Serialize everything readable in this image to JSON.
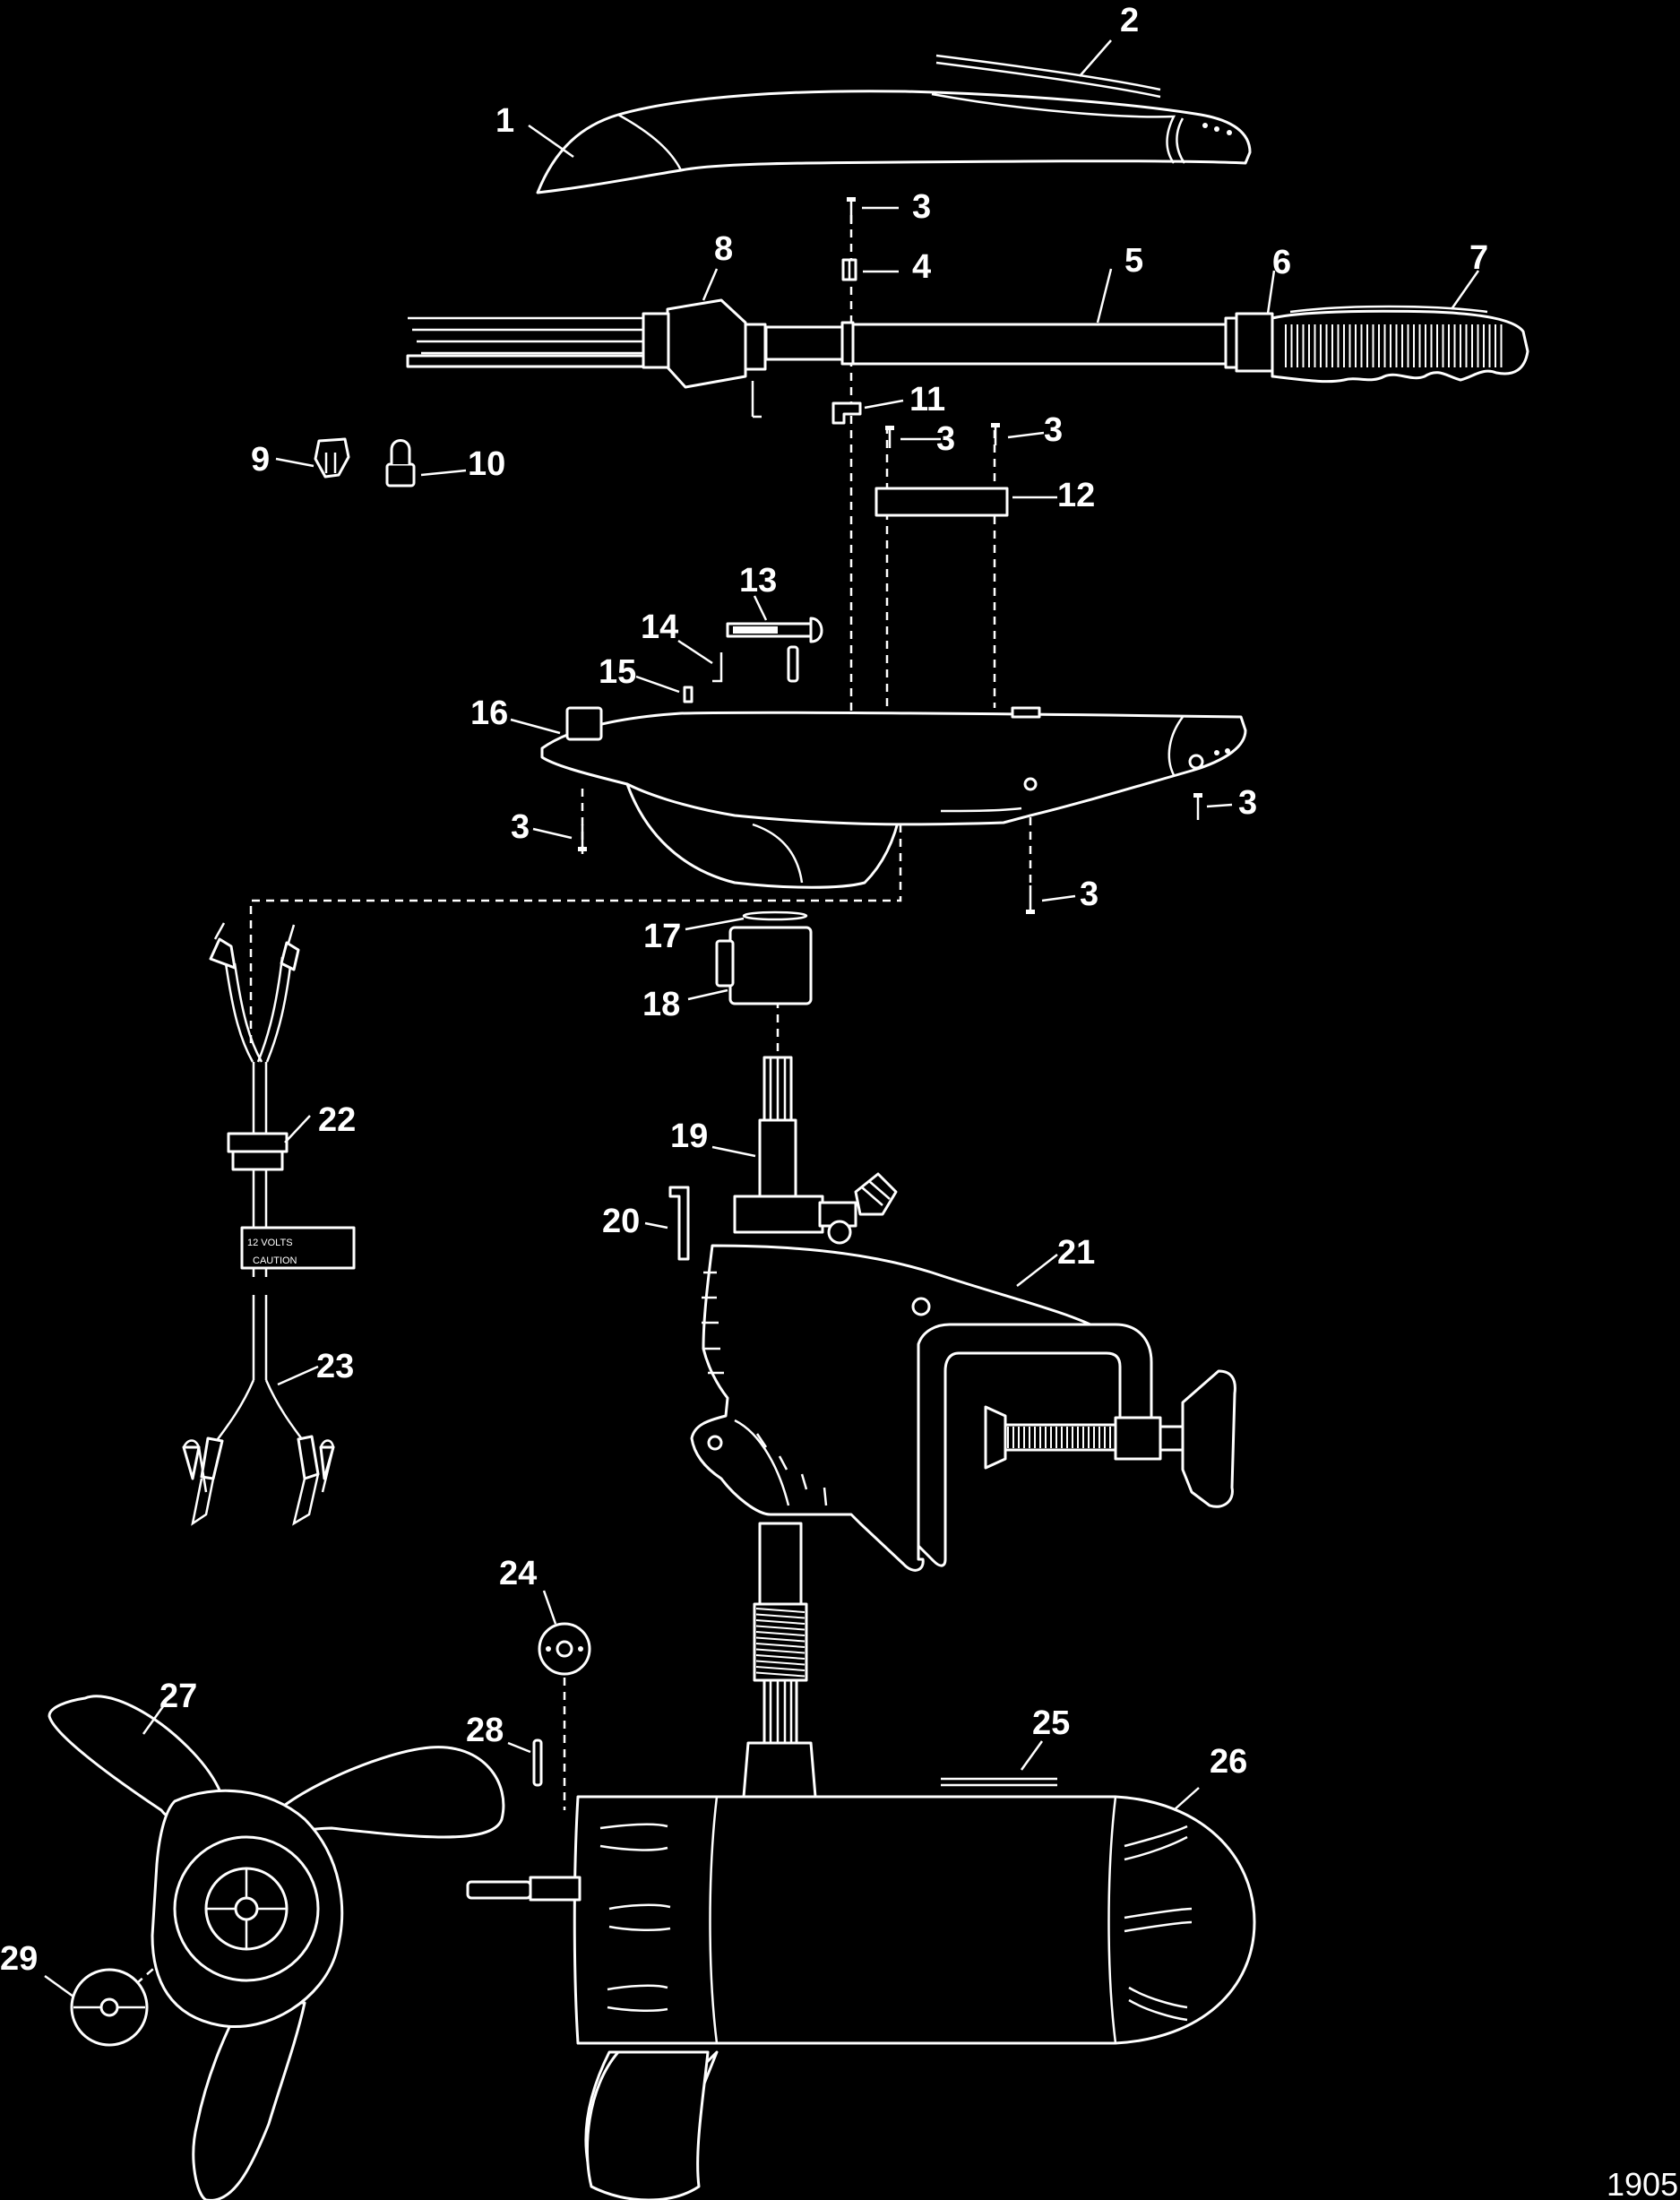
{
  "figure_number": "1905",
  "callouts": [
    "1",
    "2",
    "3",
    "4",
    "5",
    "6",
    "7",
    "8",
    "9",
    "10",
    "11",
    "12",
    "13",
    "14",
    "15",
    "16",
    "17",
    "18",
    "19",
    "20",
    "21",
    "22",
    "23",
    "24",
    "25",
    "26",
    "27",
    "28",
    "29"
  ],
  "harness_label": {
    "line1": "12 VOLTS",
    "line2": "CAUTION"
  }
}
